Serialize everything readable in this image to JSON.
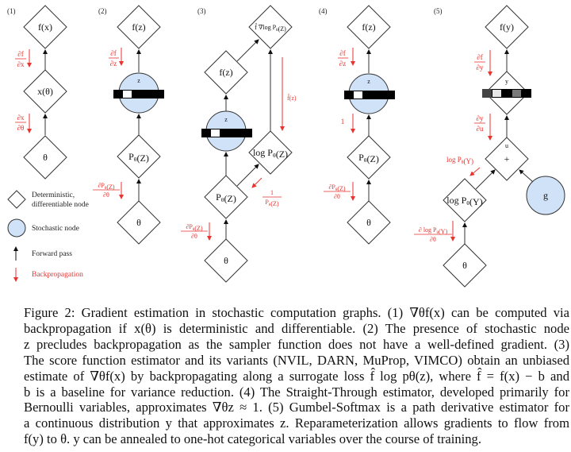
{
  "colors": {
    "gradient": "#e8332f",
    "stochastic_fill": "#cfe2f8",
    "stroke": "#333333"
  },
  "panels": [
    {
      "label": "(1)",
      "nodes": {
        "top": "f(x)",
        "middle": "x(θ)",
        "bottom": "θ"
      },
      "gradients": {
        "top_num": "∂f",
        "top_den": "∂x",
        "bottom_num": "∂x",
        "bottom_den": "∂θ"
      }
    },
    {
      "label": "(2)",
      "nodes": {
        "top": "f(z)",
        "stochastic": "z",
        "middle": "P_θ(Z)",
        "bottom": "θ"
      },
      "gradients": {
        "top_num": "∂f",
        "top_den": "∂z",
        "bottom_num": "∂P_θ(Z)",
        "bottom_den": "∂θ"
      }
    },
    {
      "label": "(3)",
      "nodes": {
        "top": "f̂ ∇log P_θ(Z)",
        "fz": "f(z)",
        "stochastic": "z",
        "log": "log P_θ(Z)",
        "middle": "P_θ(Z)",
        "bottom": "θ"
      },
      "gradients": {
        "fhat": "f̂(z)",
        "inv_num": "1",
        "inv_den": "P_θ(Z)",
        "bottom_num": "∂P_θ(Z)",
        "bottom_den": "∂θ"
      }
    },
    {
      "label": "(4)",
      "nodes": {
        "top": "f(z)",
        "stochastic": "z",
        "middle": "P_θ(Z)",
        "bottom": "θ"
      },
      "gradients": {
        "top_num": "∂f",
        "top_den": "∂z",
        "identity": "1",
        "bottom_num": "∂P_θ(Z)",
        "bottom_den": "∂θ"
      }
    },
    {
      "label": "(5)",
      "nodes": {
        "top": "f(y)",
        "y": "y",
        "u": "u",
        "plus": "+",
        "log": "log P_θ(Y)",
        "g": "g",
        "bottom": "θ"
      },
      "gradients": {
        "top_num": "∂f",
        "top_den": "∂y",
        "mid_num": "∂y",
        "mid_den": "∂u",
        "log_label": "log P_θ(Y)",
        "bottom_num": "∂ log P_θ(Y)",
        "bottom_den": "∂θ"
      }
    }
  ],
  "legend": [
    {
      "icon": "diamond",
      "label_line1": "Deterministic,",
      "label_line2": "differentiable node"
    },
    {
      "icon": "circle",
      "label_line1": "Stochastic node"
    },
    {
      "icon": "up-arrow",
      "label_line1": "Forward pass"
    },
    {
      "icon": "down-arrow-red",
      "label_line1": "Backpropagation"
    }
  ],
  "caption": {
    "lines": [
      "Figure 2: Gradient estimation in stochastic computation graphs. (1) ∇θf(x) can be computed via",
      "backpropagation if x(θ) is deterministic and differentiable. (2) The presence of stochastic node",
      "z precludes backpropagation as the sampler function does not have a well-defined gradient. (3)",
      "The score function estimator and its variants (NVIL, DARN, MuProp, VIMCO) obtain an unbiased",
      "estimate of ∇θf(x) by backpropagating along a surrogate loss f̂ log pθ(z), where f̂ = f(x) − b and",
      "b is a baseline for variance reduction. (4) The Straight-Through estimator, developed primarily for",
      "Bernoulli variables, approximates ∇θz ≈ 1. (5) Gumbel-Softmax is a path derivative estimator for",
      "a continuous distribution y that approximates z. Reparameterization allows gradients to flow from",
      "f(y) to θ. y can be annealed to one-hot categorical variables over the course of training."
    ]
  }
}
